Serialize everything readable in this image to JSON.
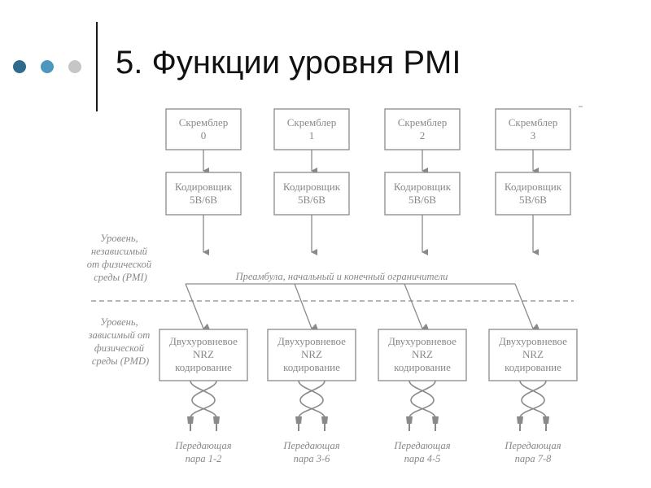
{
  "slide": {
    "title": "5. Функции уровня PMI",
    "bullets": [
      {
        "name": "dot-dark",
        "color": "#2f6b8c"
      },
      {
        "name": "dot-mid",
        "color": "#4d97be"
      },
      {
        "name": "dot-light",
        "color": "#c6c6c6"
      }
    ]
  },
  "diagram": {
    "scramblers": [
      {
        "line1": "Скремблер",
        "line2": "0"
      },
      {
        "line1": "Скремблер",
        "line2": "1"
      },
      {
        "line1": "Скремблер",
        "line2": "2"
      },
      {
        "line1": "Скремблер",
        "line2": "3"
      }
    ],
    "coders": [
      {
        "line1": "Кодировщик",
        "line2": "5B/6B"
      },
      {
        "line1": "Кодировщик",
        "line2": "5B/6B"
      },
      {
        "line1": "Кодировщик",
        "line2": "5B/6B"
      },
      {
        "line1": "Кодировщик",
        "line2": "5B/6B"
      }
    ],
    "nrz": [
      {
        "line1": "Двухуровневое",
        "line2": "NRZ",
        "line3": "кодирование"
      },
      {
        "line1": "Двухуровневое",
        "line2": "NRZ",
        "line3": "кодирование"
      },
      {
        "line1": "Двухуровневое",
        "line2": "NRZ",
        "line3": "кодирование"
      },
      {
        "line1": "Двухуровневое",
        "line2": "NRZ",
        "line3": "кодирование"
      }
    ],
    "pairs": [
      {
        "line1": "Передающая",
        "line2": "пара 1-2"
      },
      {
        "line1": "Передающая",
        "line2": "пара 3-6"
      },
      {
        "line1": "Передающая",
        "line2": "пара 4-5"
      },
      {
        "line1": "Передающая",
        "line2": "пара 7-8"
      }
    ],
    "pmi_label": [
      "Уровень,",
      "независимый",
      "от физической",
      "среды (PMI)"
    ],
    "pmd_label": [
      "Уровень,",
      "зависимый от",
      "физической",
      "среды (PMD)"
    ],
    "preamble_label": "Преамбула, начальный и конечный ограничители",
    "line_color": "#8a8a8a"
  }
}
